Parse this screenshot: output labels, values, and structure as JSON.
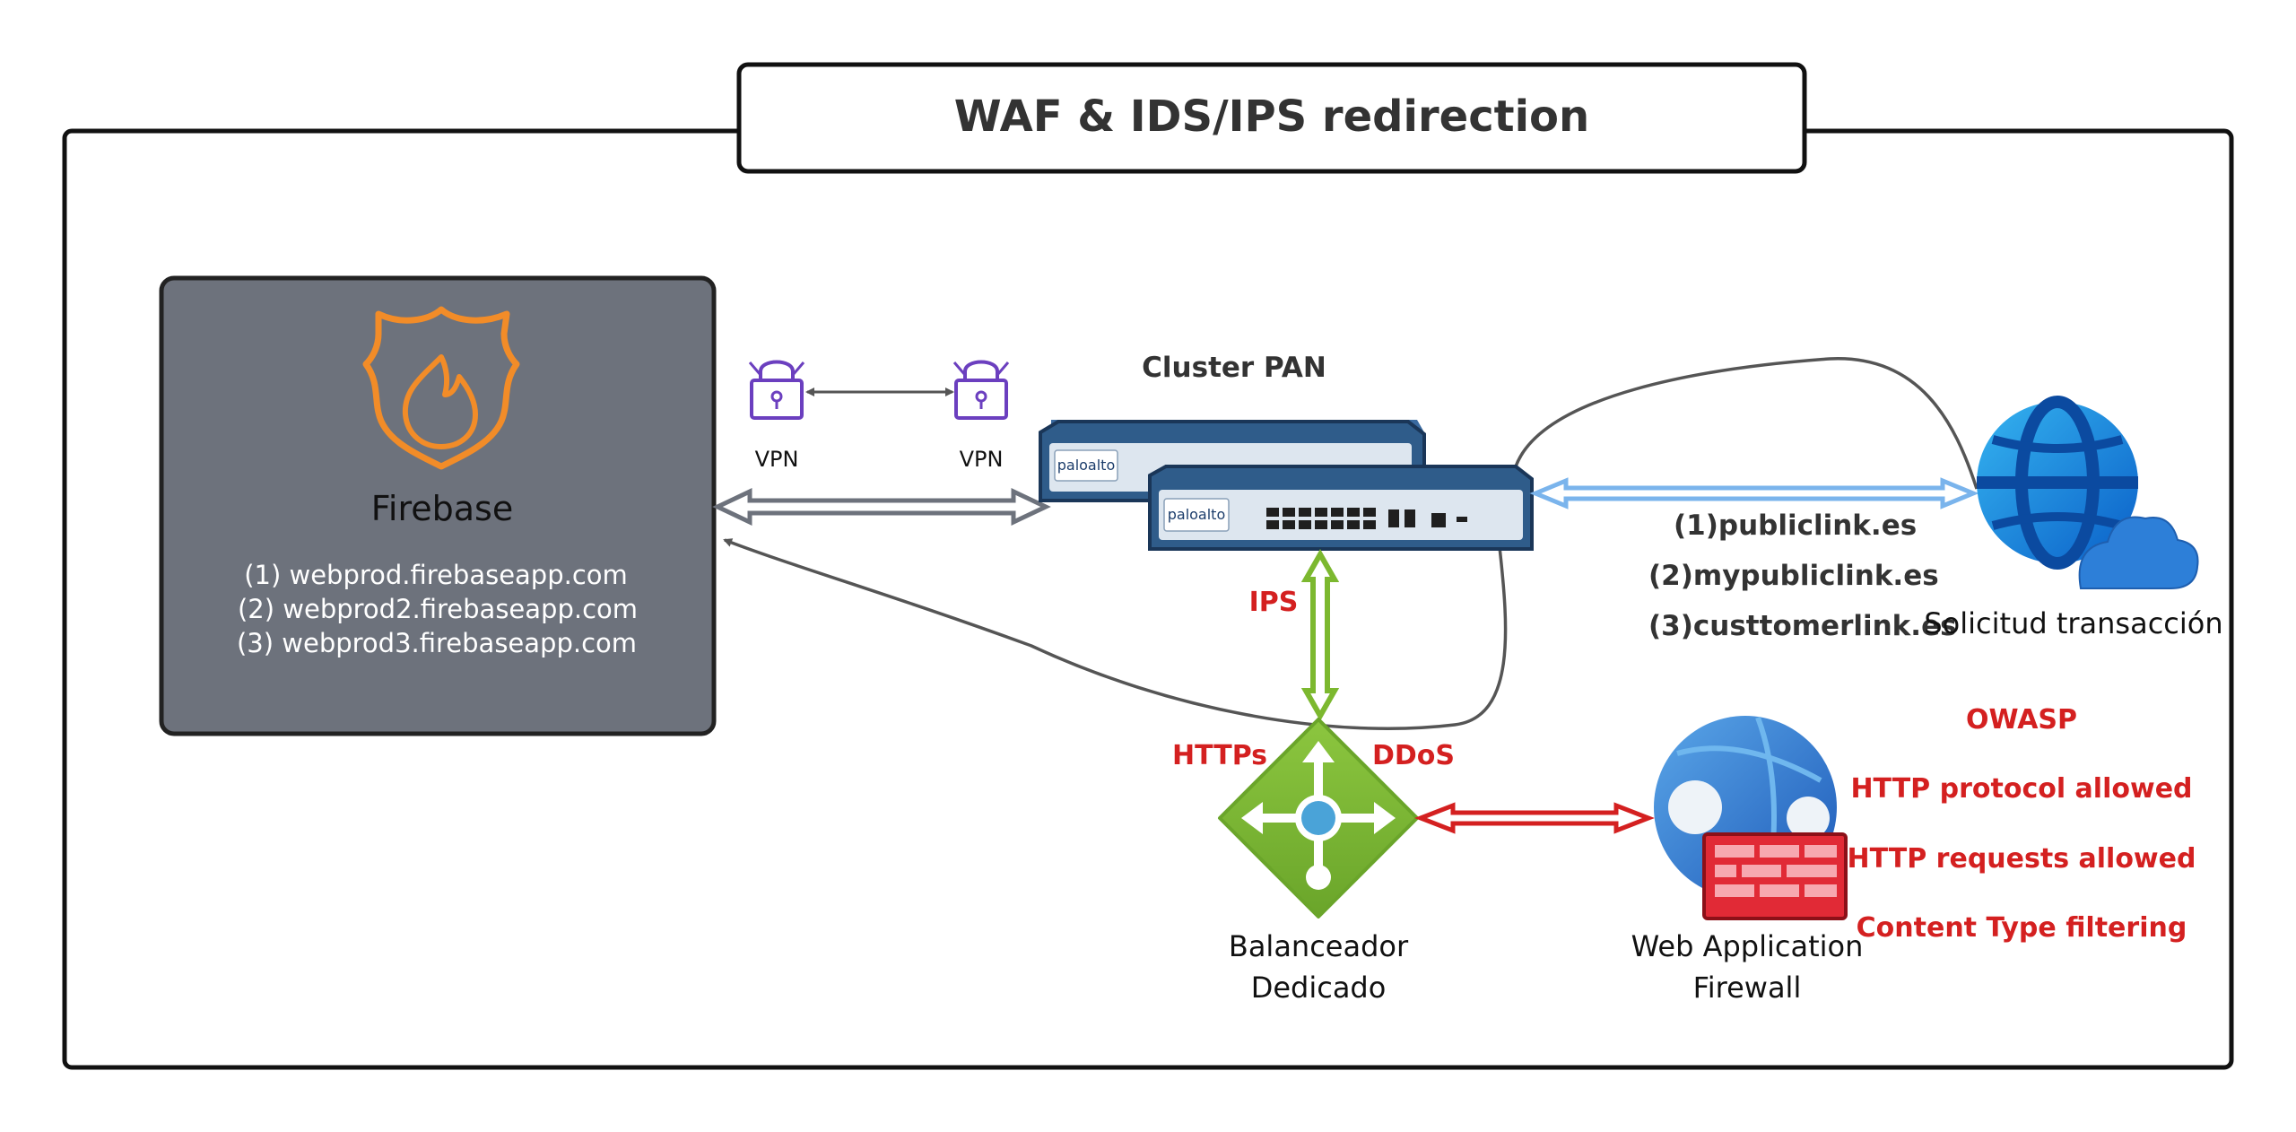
{
  "title": "WAF & IDS/IPS redirection",
  "firebase": {
    "name": "Firebase",
    "icon": "shield-flame-icon",
    "urls": [
      "(1) webprod.firebaseapp.com",
      "(2) webprod2.firebaseapp.com",
      "(3) webprod3.firebaseapp.com"
    ]
  },
  "vpn": {
    "left_label": "VPN",
    "right_label": "VPN",
    "icon": "padlock-icon"
  },
  "cluster": {
    "label": "Cluster PAN",
    "device_brand": "paloalto"
  },
  "links": [
    "(1)publiclink.es",
    "(2)mypubliclink.es",
    "(3)custtomerlink.es"
  ],
  "client": {
    "label": "Solicitud transacción",
    "icon": "globe-cloud-icon"
  },
  "ips_label": "IPS",
  "balancer": {
    "https_label": "HTTPs",
    "ddos_label": "DDoS",
    "label_line1": "Balanceador",
    "label_line2": "Dedicado",
    "icon": "load-balancer-icon"
  },
  "waf": {
    "label_line1": "Web Application",
    "label_line2": "Firewall",
    "icon": "web-firewall-icon",
    "features": [
      "OWASP",
      "HTTP protocol allowed",
      "HTTP requests allowed",
      "Content Type filtering"
    ]
  },
  "colors": {
    "firebase_box": "#6d727c",
    "firebase_orange": "#f28c28",
    "vpn_purple": "#6b3fbf",
    "device_blue": "#2f5c8a",
    "link_blue": "#7ab4ec",
    "ips_green": "#7cb82f",
    "waf_red": "#d42020",
    "feature_red": "#d42020"
  }
}
